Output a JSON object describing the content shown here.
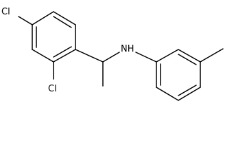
{
  "molecule": {
    "atoms": {
      "cl_top": "Cl",
      "cl_bottom": "Cl",
      "nh": "NH"
    },
    "colors": {
      "bond": "#000000",
      "label": "#000000",
      "background": "#ffffff"
    }
  }
}
